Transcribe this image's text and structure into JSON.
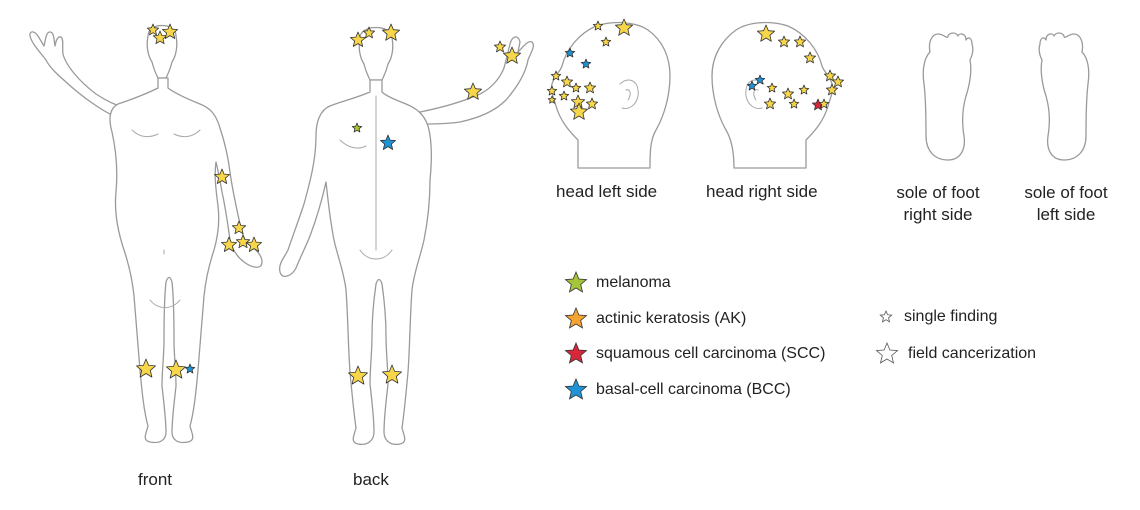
{
  "colors": {
    "melanoma": "#a4c43a",
    "ak": "#f5a431",
    "scc": "#d8263a",
    "bcc": "#1f93d6",
    "field": "#f7d64a",
    "outline": "#333333"
  },
  "views": {
    "front": "front",
    "back": "back",
    "head_left": "head left side",
    "head_right": "head right side",
    "sole_right_1": "sole of foot",
    "sole_right_2": "right side",
    "sole_left_1": "sole of foot",
    "sole_left_2": "left side"
  },
  "legend": {
    "melanoma": "melanoma",
    "ak": "actinic keratosis (AK)",
    "scc": "squamous cell carcinoma (SCC)",
    "bcc": "basal-cell carcinoma (BCC)",
    "single": "single finding",
    "field": "field cancerization"
  },
  "icons": {
    "lesion_marker": "star-icon"
  }
}
